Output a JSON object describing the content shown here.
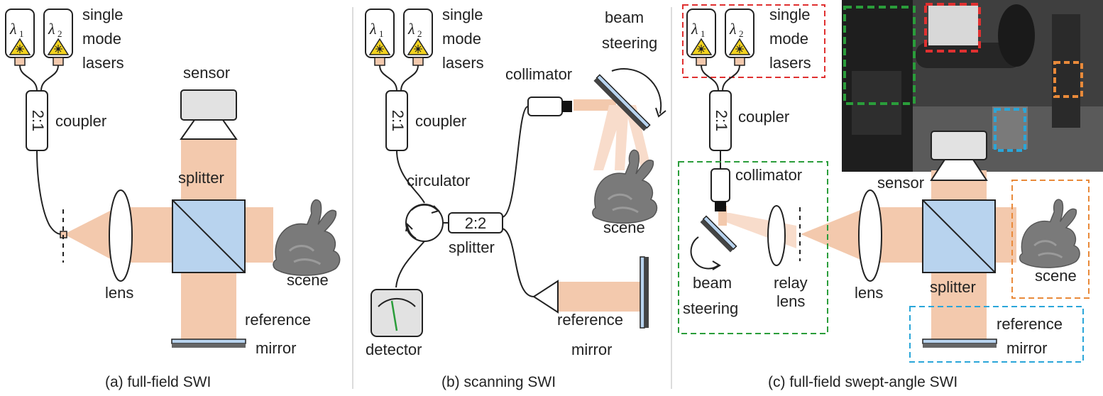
{
  "colors": {
    "beam": "#f3c9ad",
    "beam_light": "#f8dccb",
    "glass": "#b8d3ee",
    "gray": "#e2e2e2",
    "bunny": "#7a7a7a",
    "outline_red": "#e03030",
    "outline_green": "#2a9d3a",
    "outline_orange": "#e98a3a",
    "outline_blue": "#2aa6d9"
  },
  "panel_a": {
    "laser1": {
      "symbol": "λ",
      "sub": "1"
    },
    "laser2": {
      "symbol": "λ",
      "sub": "2"
    },
    "lasers_label": [
      "single",
      "mode",
      "lasers"
    ],
    "coupler_text": "2:1",
    "coupler_label": "coupler",
    "sensor_label": "sensor",
    "splitter_label": "splitter",
    "lens_label": "lens",
    "scene_label": "scene",
    "reference_label": "reference",
    "mirror_label": "mirror",
    "caption": "(a) full-field SWI"
  },
  "panel_b": {
    "laser1": {
      "symbol": "λ",
      "sub": "1"
    },
    "laser2": {
      "symbol": "λ",
      "sub": "2"
    },
    "lasers_label": [
      "single",
      "mode",
      "lasers"
    ],
    "coupler_text": "2:1",
    "coupler_label": "coupler",
    "circulator_label": "circulator",
    "splitter_text": "2:2",
    "splitter_label": "splitter",
    "collimator_label": "collimator",
    "beam_steering_label": [
      "beam",
      "steering"
    ],
    "scene_label": "scene",
    "detector_label": "detector",
    "reference_label": "reference",
    "mirror_label": "mirror",
    "caption": "(b) scanning SWI"
  },
  "panel_c": {
    "laser1": {
      "symbol": "λ",
      "sub": "1"
    },
    "laser2": {
      "symbol": "λ",
      "sub": "2"
    },
    "lasers_label": [
      "single",
      "mode",
      "lasers"
    ],
    "coupler_text": "2:1",
    "coupler_label": "coupler",
    "collimator_label": "collimator",
    "beam_steering_label": [
      "beam",
      "steering"
    ],
    "relay_lens_label": [
      "relay",
      "lens"
    ],
    "sensor_label": "sensor",
    "lens_label": "lens",
    "splitter_label": "splitter",
    "scene_label": "scene",
    "reference_label": "reference",
    "mirror_label": "mirror",
    "caption": "(c) full-field swept-angle SWI"
  }
}
